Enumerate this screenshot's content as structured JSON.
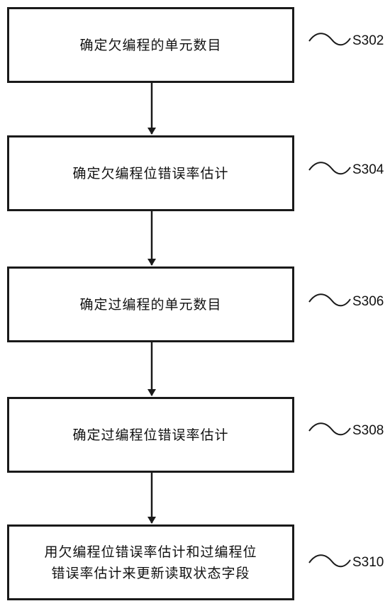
{
  "steps": [
    {
      "id": "S302",
      "text_lines": [
        "确定欠编程的单元数目"
      ]
    },
    {
      "id": "S304",
      "text_lines": [
        "确定欠编程位错误率估计"
      ]
    },
    {
      "id": "S306",
      "text_lines": [
        "确定过编程的单元数目"
      ]
    },
    {
      "id": "S308",
      "text_lines": [
        "确定过编程位错误率估计"
      ]
    },
    {
      "id": "S310",
      "text_lines": [
        "用欠编程位错误率估计和过编程位",
        "错误率估计来更新读取状态字段"
      ]
    }
  ]
}
